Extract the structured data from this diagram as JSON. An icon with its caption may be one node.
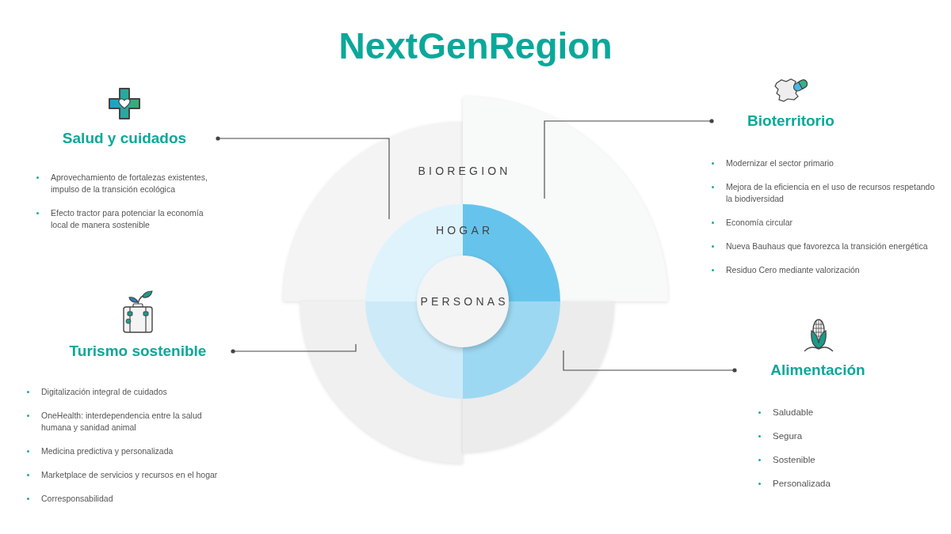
{
  "diagram": {
    "title": "NextGenRegion",
    "nodes": [
      {
        "text": [
          "Salud y cuidados",
          "Aprovechamiento de fortalezas existentes, impulso de la transición ecológica",
          "Efecto tractor para potenciar la economía local de manera sostenible"
        ]
      },
      {
        "text": [
          "Bioterritorio",
          "Modernizar el sector primario",
          "Mejora de la eficiencia en el uso de recursos respetando la biodiversidad",
          "Economía circular",
          "Nueva Bauhaus que favorezca la transición energética",
          "Residuo Cero mediante valorización"
        ]
      },
      {
        "text": [],
        "shape": "sector"
      },
      {
        "text": [],
        "shape": "sector"
      },
      {
        "text": [
          "PERSONAS"
        ]
      },
      {
        "text": [
          "Turismo sostenible",
          "Digitalización integral de cuidados",
          "OneHealth: interdependencia entre la salud humana y sanidad animal",
          "Medicina predictiva y personalizada",
          "Marketplace de servicios y recursos en el hogar",
          "Corresponsabilidad"
        ]
      },
      {
        "text": [
          "Alimentación",
          "Saludable",
          "Segura",
          "Sostenible",
          "Personalizada"
        ]
      },
      {
        "text": [],
        "shape": "sector"
      },
      {
        "text": [],
        "shape": "sector"
      }
    ],
    "edges": [
      {
        "from": 0,
        "to": 2,
        "arrow": "other"
      },
      {
        "from": 1,
        "to": 3,
        "arrow": "other"
      },
      {
        "from": 5,
        "to": 7,
        "arrow": "other"
      },
      {
        "from": 6,
        "to": 8,
        "arrow": "other"
      }
    ],
    "labels": [
      "BIOREGION",
      "HOGAR"
    ]
  }
}
